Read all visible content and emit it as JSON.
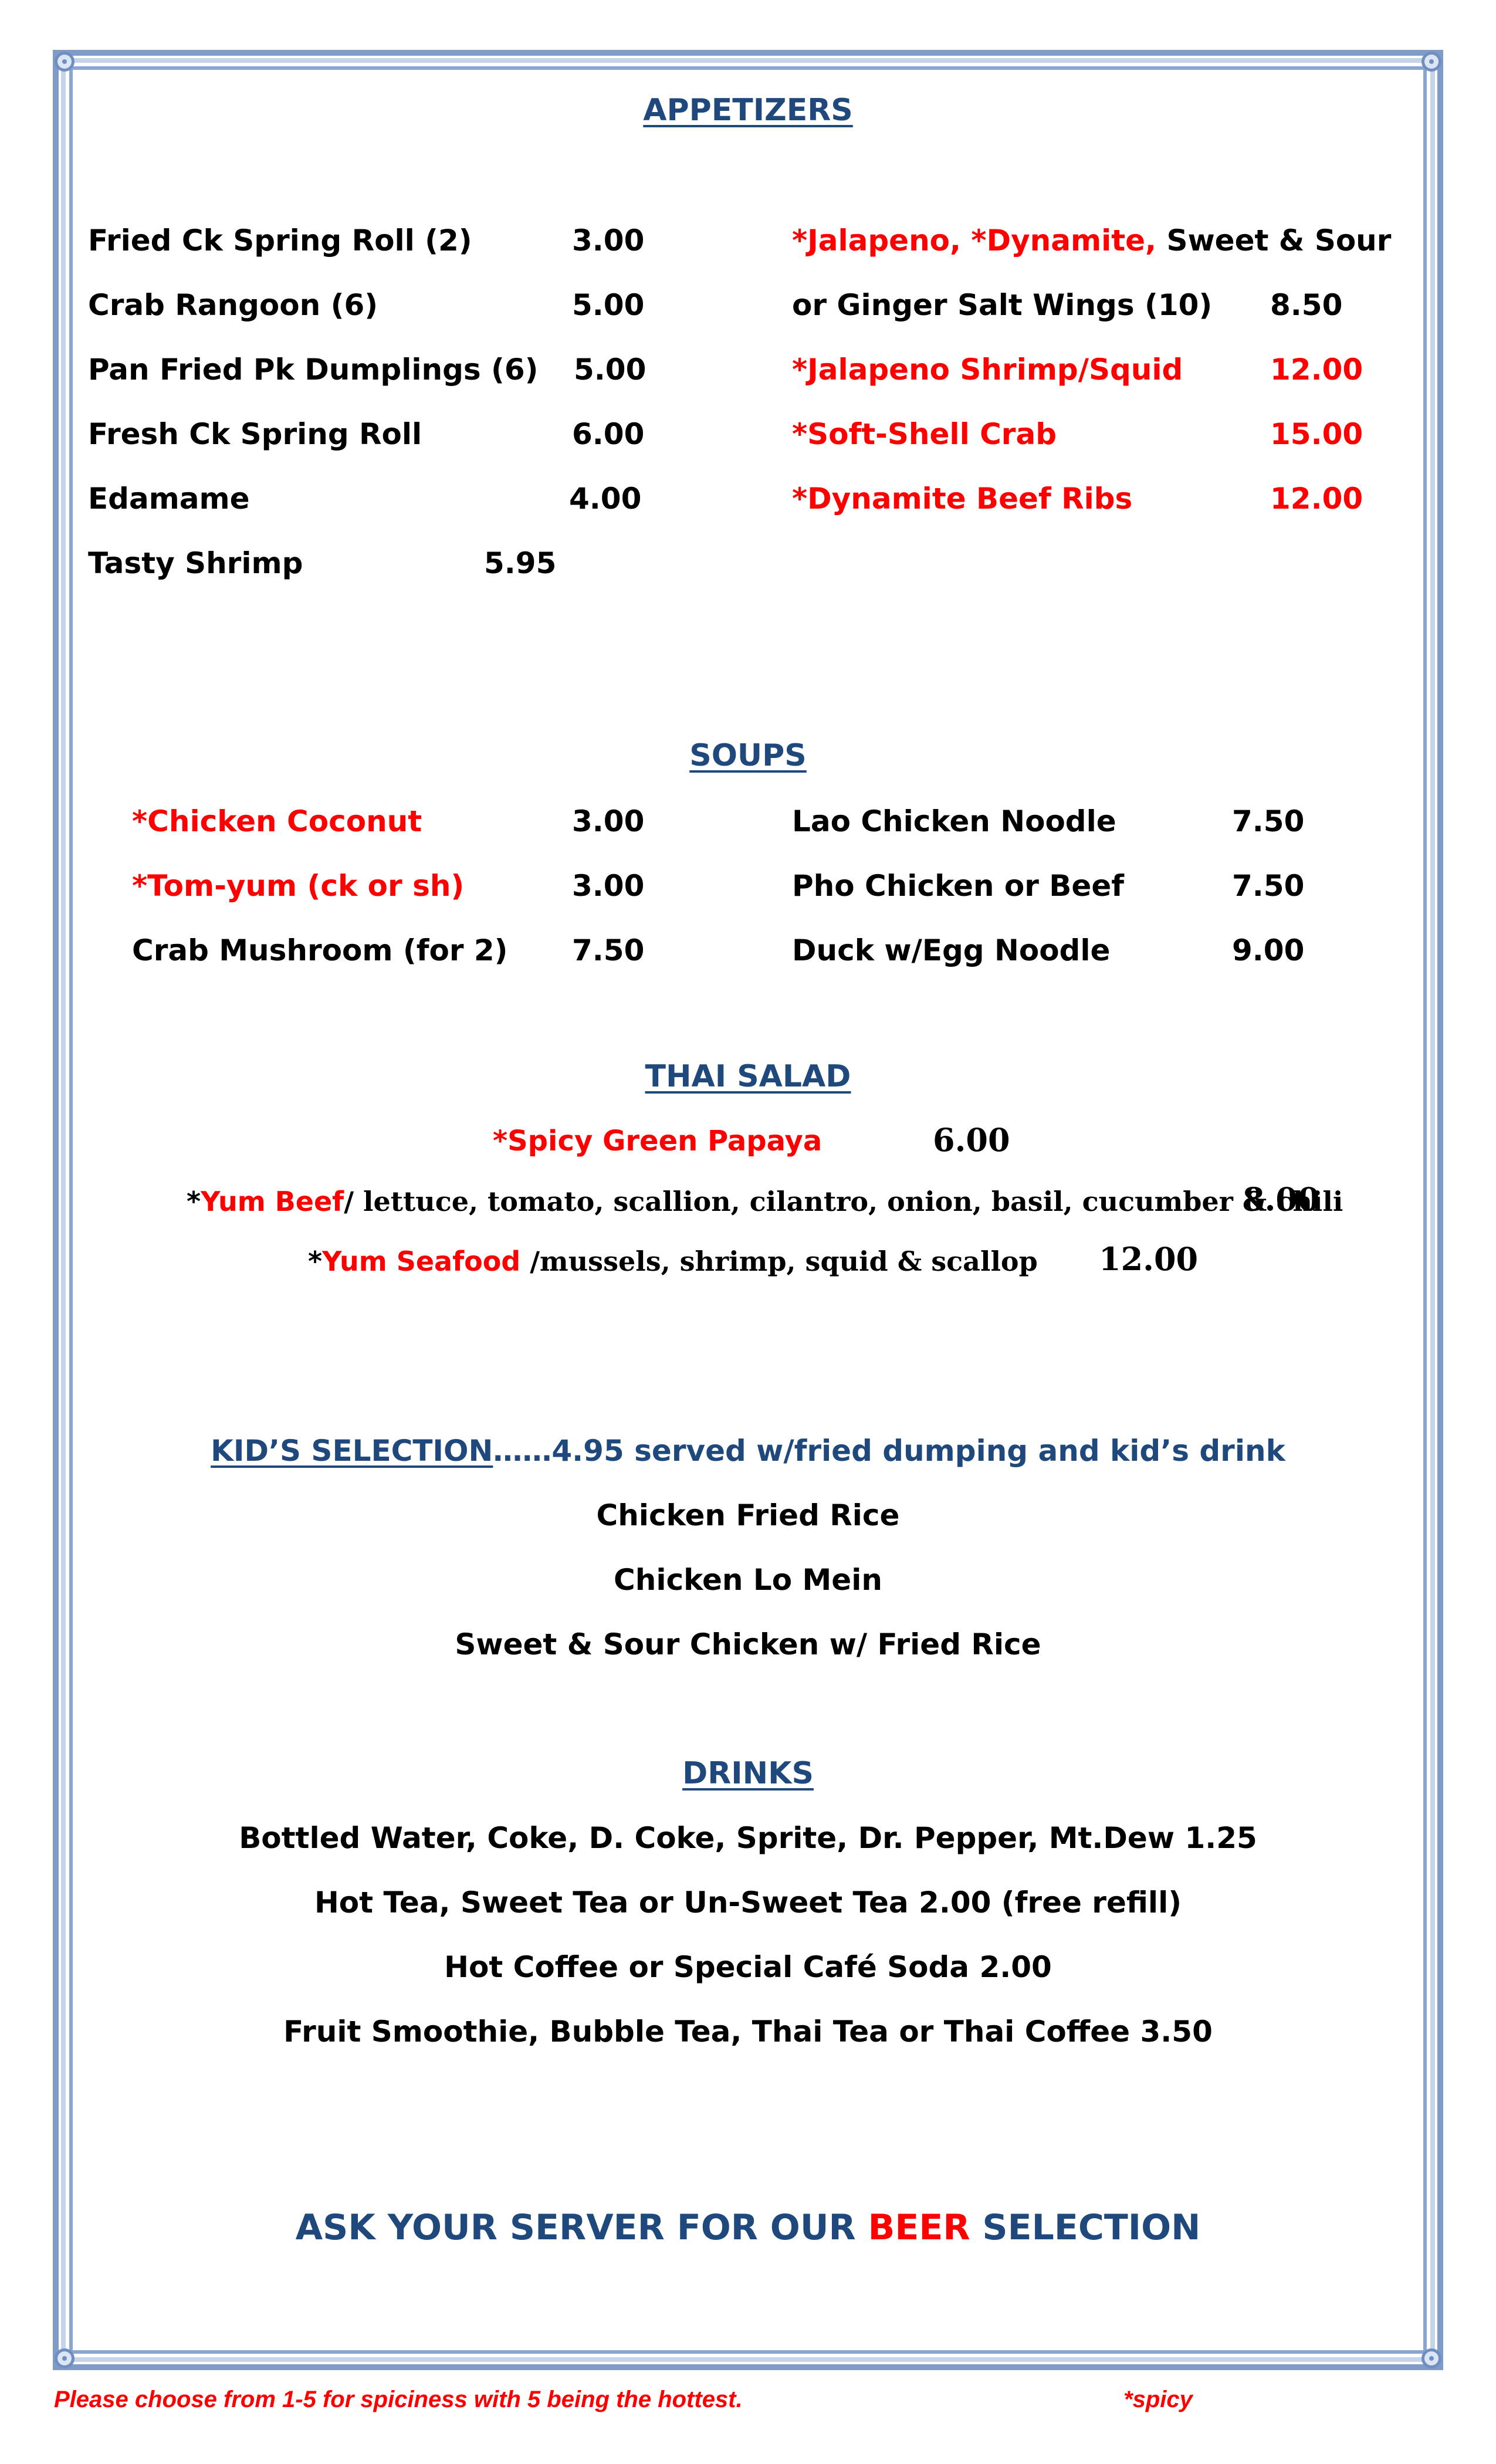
{
  "appetizers": {
    "heading": "APPETIZERS",
    "left": [
      {
        "name": "Fried Ck Spring Roll (2)",
        "price": "3.00"
      },
      {
        "name": "Crab Rangoon (6)",
        "price": "5.00"
      },
      {
        "name": "Pan Fried Pk Dumplings (6)",
        "price": "5.00"
      },
      {
        "name": "Fresh Ck Spring Roll",
        "price": "6.00"
      },
      {
        "name": "Edamame",
        "price": "4.00"
      },
      {
        "name": "Tasty Shrimp",
        "price": "5.95"
      }
    ],
    "wings": {
      "spicy_part": "*Jalapeno, *Dynamite,",
      "plain_part": "Sweet & Sour",
      "line2": "or Ginger Salt Wings (10)",
      "price": "8.50"
    },
    "right": [
      {
        "name": "*Jalapeno Shrimp/Squid",
        "price": "12.00"
      },
      {
        "name": "*Soft-Shell Crab",
        "price": "15.00"
      },
      {
        "name": "*Dynamite Beef Ribs",
        "price": "12.00"
      }
    ]
  },
  "soups": {
    "heading": "SOUPS",
    "left": [
      {
        "name": "*Chicken Coconut",
        "price": "3.00"
      },
      {
        "name": "*Tom-yum (ck or sh)",
        "price": "3.00"
      },
      {
        "name": "Crab Mushroom (for 2)",
        "price": "7.50"
      }
    ],
    "right": [
      {
        "name": "Lao Chicken Noodle",
        "price": "7.50"
      },
      {
        "name": "Pho Chicken or Beef",
        "price": "7.50"
      },
      {
        "name": "Duck w/Egg Noodle",
        "price": "9.00"
      }
    ]
  },
  "thai_salad": {
    "heading": "THAI SALAD",
    "item1": {
      "name": "*Spicy Green Papaya",
      "price": "6.00"
    },
    "item2": {
      "star": "*",
      "name": "Yum Beef",
      "desc": "/ lettuce, tomato, scallion, cilantro, onion, basil, cucumber & chili",
      "price": "8.00"
    },
    "item3": {
      "star": "*",
      "name": "Yum Seafood ",
      "desc": "/mussels, shrimp, squid & scallop",
      "price": "12.00"
    }
  },
  "kids": {
    "heading": "KID’S SELECTION",
    "tagline": "……4.95 served w/fried dumping and kid’s drink",
    "items": [
      "Chicken Fried Rice",
      "Chicken Lo Mein",
      "Sweet & Sour Chicken w/ Fried Rice"
    ]
  },
  "drinks": {
    "heading": "DRINKS",
    "items": [
      "Bottled Water, Coke, D. Coke, Sprite, Dr. Pepper, Mt.Dew 1.25",
      "Hot Tea, Sweet Tea or Un-Sweet Tea 2.00 (free refill)",
      "Hot Coffee or Special Café Soda 2.00",
      "Fruit Smoothie, Bubble Tea, Thai Tea or Thai Coffee 3.50"
    ]
  },
  "beer": {
    "before": "ASK YOUR SERVER FOR OUR ",
    "highlight": "BEER",
    "after": " SELECTION"
  },
  "footer": {
    "note": "Please choose from 1-5 for spiciness with 5 being the hottest.",
    "legend": "*spicy"
  },
  "colors": {
    "heading_blue": "#1f497d",
    "spicy_red": "#ff0000",
    "frame_blue": "#7f9cc8"
  }
}
